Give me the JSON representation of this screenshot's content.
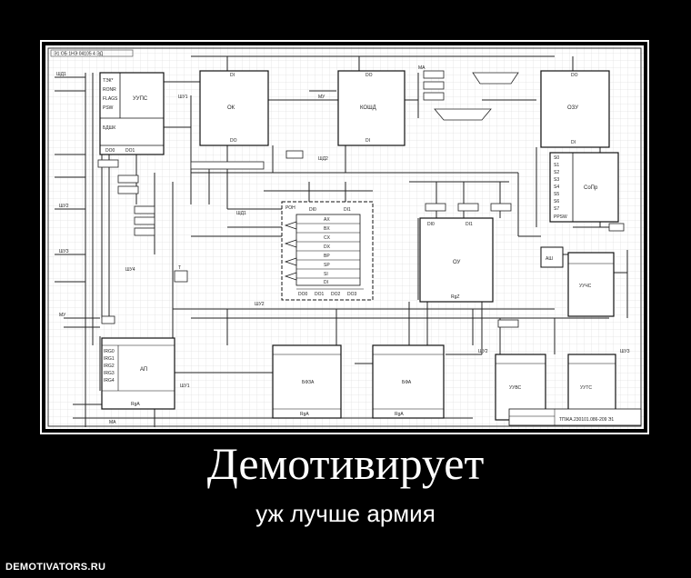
{
  "poster": {
    "headline": "Демотивирует",
    "subline": "уж лучше армия",
    "watermark": "DEMOTIVATORS.RU"
  },
  "schematic": {
    "blocks": {
      "upc": "УУПС",
      "ok": "ОК",
      "kshd": "КОШД",
      "ozu": "ОЗУ",
      "ron": "РОН",
      "ov": "ОУ",
      "sosr": "СоПр",
      "ap": "АП",
      "bfza": "БФЗА",
      "bfa": "БФА",
      "uuvs": "УУВС",
      "uuts": "УУТС",
      "uuchs": "УУЧС",
      "ash": "АШ"
    },
    "upc_regs": [
      "ТЭК*",
      "RONR",
      "FLAGS",
      "PSW",
      "БДШК"
    ],
    "ron_regs": [
      "AX",
      "BX",
      "CX",
      "DX",
      "BP",
      "SP",
      "SI",
      "DI"
    ],
    "sosr_regs": [
      "S0",
      "S1",
      "S2",
      "S3",
      "S4",
      "S5",
      "S6",
      "S7",
      "PPSW"
    ],
    "ap_regs": [
      "IRG0",
      "IRG1",
      "IRG2",
      "IRG3",
      "IRG4"
    ],
    "ports": {
      "di": "DI",
      "do": "DO",
      "do0": "DO0",
      "do1": "DO1",
      "do2": "DO2",
      "do3": "DO3",
      "di0": "DI0",
      "di1": "DI1",
      "rga": "RgA",
      "rgz": "RgZ"
    },
    "signals": {
      "mv": "МУ",
      "ma": "МА",
      "shd1": "ШД1",
      "shd2": "ШД2",
      "shu1": "ШУ1",
      "shu2": "ШУ2",
      "shu3": "ШУ3",
      "shu4": "ШУ4",
      "t_label": "Т"
    },
    "title_block": "ТПЖА.230101.086-209 Э1",
    "stamp_text": "Э1 ОБ 1НЭ 04105 4 ЭД"
  }
}
